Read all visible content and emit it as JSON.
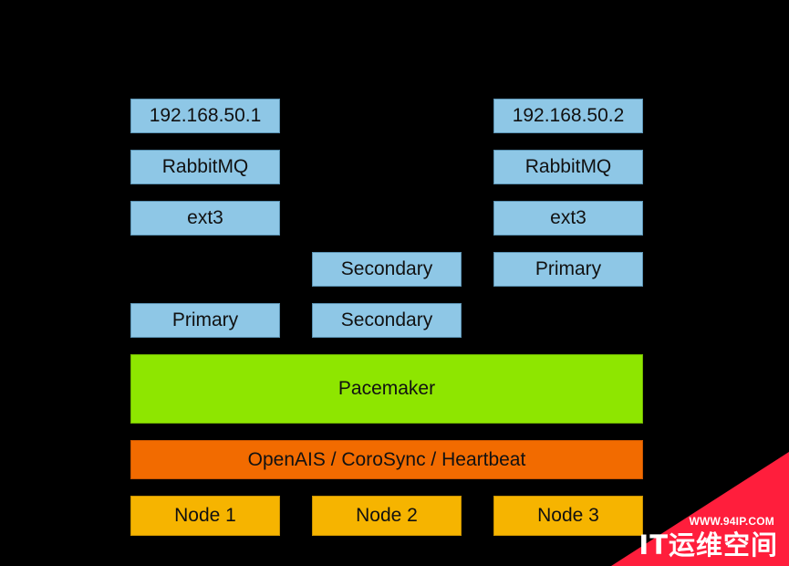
{
  "nodes": {
    "node1": {
      "ip": "192.168.50.1",
      "service": "RabbitMQ",
      "filesystem": "ext3",
      "drbd_role": "Primary",
      "label": "Node 1"
    },
    "node2": {
      "drbd_role_upper": "Secondary",
      "drbd_role_lower": "Secondary",
      "label": "Node 2"
    },
    "node3": {
      "ip": "192.168.50.2",
      "service": "RabbitMQ",
      "filesystem": "ext3",
      "drbd_role": "Primary",
      "label": "Node 3"
    }
  },
  "layers": {
    "resource_manager": "Pacemaker",
    "cluster_messaging": "OpenAIS / CoroSync / Heartbeat"
  },
  "watermark": {
    "url": "WWW.94IP.COM",
    "text": "IT运维空间"
  },
  "colors": {
    "background": "#000000",
    "resource_box": "#8ec7e6",
    "pacemaker": "#8ee600",
    "messaging": "#f26b00",
    "node": "#f6b400",
    "watermark": "#ff1e3c"
  }
}
